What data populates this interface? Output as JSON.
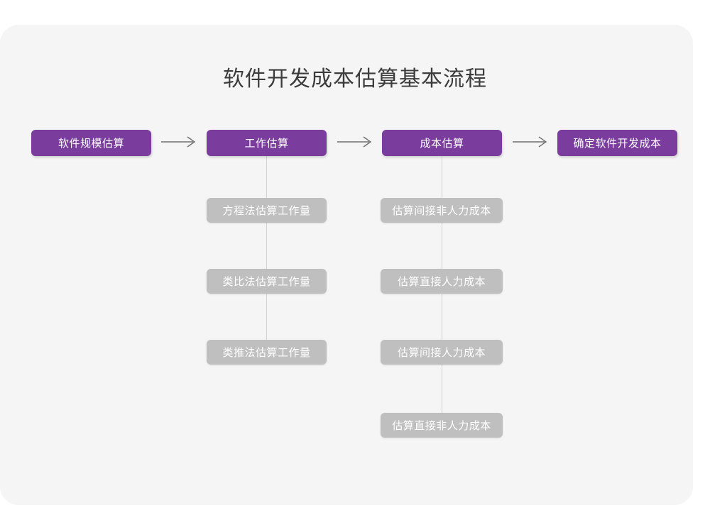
{
  "canvas": {
    "background_color": "#f5f5f5",
    "page_background_color": "#ffffff"
  },
  "title": "软件开发成本估算基本流程",
  "colors": {
    "primary": "#7a3d9e",
    "secondary": "#bfbfbf",
    "title_text": "#3c3c3c",
    "node_text": "#ffffff",
    "connector": "#d3d3d3",
    "arrow": "#6e6e6e"
  },
  "chart_data": {
    "type": "diagram",
    "title": "软件开发成本估算基本流程",
    "orientation": "left-to-right",
    "main_flow": [
      {
        "id": "step1",
        "label": "软件规模估算"
      },
      {
        "id": "step2",
        "label": "工作估算"
      },
      {
        "id": "step3",
        "label": "成本估算"
      },
      {
        "id": "step4",
        "label": "确定软件开发成本"
      }
    ],
    "arrows": [
      {
        "from": "step1",
        "to": "step2",
        "glyph": "→"
      },
      {
        "from": "step2",
        "to": "step3",
        "glyph": "→"
      },
      {
        "from": "step3",
        "to": "step4",
        "glyph": "→"
      }
    ],
    "sub_branches": [
      {
        "parent": "step2",
        "items": [
          "方程法估算工作量",
          "类比法估算工作量",
          "类推法估算工作量"
        ]
      },
      {
        "parent": "step3",
        "items": [
          "估算间接非人力成本",
          "估算直接人力成本",
          "估算间接人力成本",
          "估算直接非人力成本"
        ]
      }
    ]
  },
  "nodes": {
    "step1": "软件规模估算",
    "step2": "工作估算",
    "step3": "成本估算",
    "step4": "确定软件开发成本",
    "branch_a_1": "方程法估算工作量",
    "branch_a_2": "类比法估算工作量",
    "branch_a_3": "类推法估算工作量",
    "branch_b_1": "估算间接非人力成本",
    "branch_b_2": "估算直接人力成本",
    "branch_b_3": "估算间接人力成本",
    "branch_b_4": "估算直接非人力成本"
  }
}
